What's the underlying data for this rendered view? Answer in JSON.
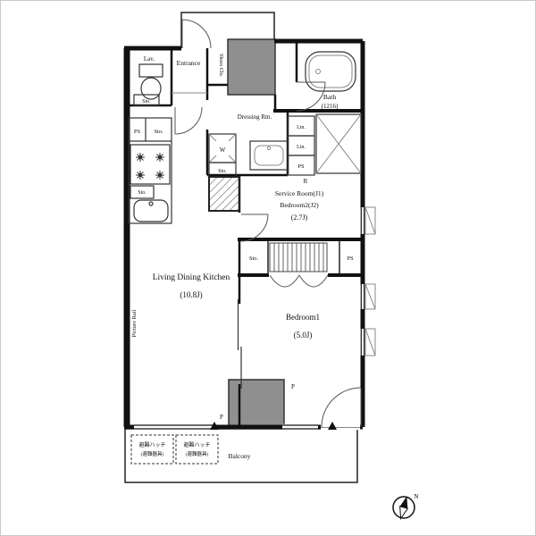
{
  "rooms": {
    "lav": "Lav.",
    "entrance": "Entrance",
    "shoes_closet": "Shoes Clo.",
    "bath": "Bath",
    "bath_size": "(1216)",
    "dressing": "Dressing Rm.",
    "service_room_1": "Service Room(J1)",
    "service_room_2": "Bedroom2(J2)",
    "service_room_size": "(2.7J)",
    "ldk": "Living Dining Kitchen",
    "ldk_size": "(10.8J)",
    "bedroom1": "Bedroom1",
    "bedroom1_size": "(5.0J)",
    "balcony": "Balcony"
  },
  "features": {
    "ps": "PS",
    "sto": "Sto.",
    "washer": "W",
    "linen": "Lin.",
    "fridge": "R",
    "pipe": "P",
    "picture_rail": "Picture Rail",
    "evac_hatch": "避難ハッチ",
    "evac_hatch_sub": "(避難器具)",
    "north": "N"
  },
  "colors": {
    "wall": "#111111",
    "shaft_fill": "#8f8f8f",
    "background": "#ffffff"
  }
}
